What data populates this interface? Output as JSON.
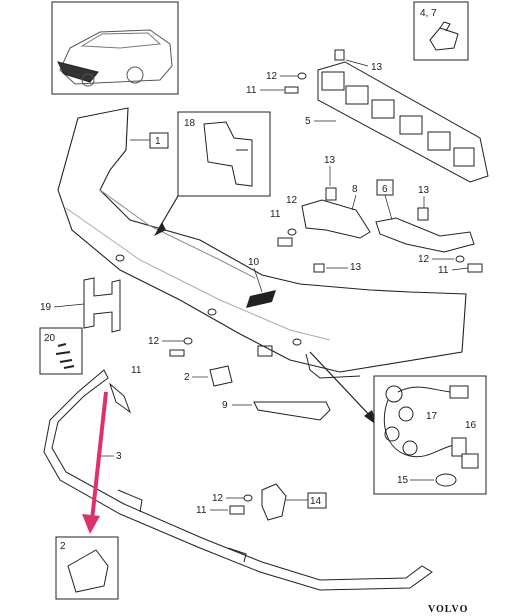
{
  "diagram": {
    "callouts": {
      "c13a": "13",
      "c12a": "12",
      "c11a": "11",
      "c5": "5",
      "c1": "1",
      "c18": "18",
      "c47": "4, 7",
      "c13b": "13",
      "c8": "8",
      "c6": "6",
      "c13c": "13",
      "c12b": "12",
      "c11b": "11",
      "c12c": "12",
      "c11c": "11",
      "c10": "10",
      "c13d": "13",
      "c19": "19",
      "c20": "20",
      "c12d": "12",
      "c11d": "11",
      "c2a": "2",
      "c9": "9",
      "c17": "17",
      "c16": "16",
      "c15": "15",
      "c3": "3",
      "c12e": "12",
      "c11e": "11",
      "c14": "14",
      "c2b": "2"
    },
    "brand": "VOLVO",
    "colors": {
      "line": "#222222",
      "highlight_arrow": "#e0306a",
      "background": "#ffffff"
    }
  }
}
